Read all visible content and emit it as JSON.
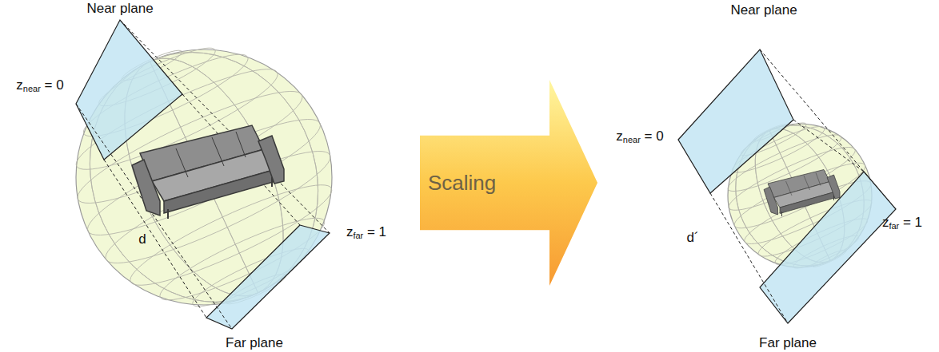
{
  "diagram": {
    "nodes": [
      {
        "text": [
          "Scaling"
        ]
      }
    ],
    "labels": [
      "Near plane",
      "znear = 0",
      "d",
      "zfar = 1",
      "Far plane",
      "Near plane",
      "znear = 0",
      "d´",
      "zfar = 1",
      "Far plane"
    ]
  }
}
